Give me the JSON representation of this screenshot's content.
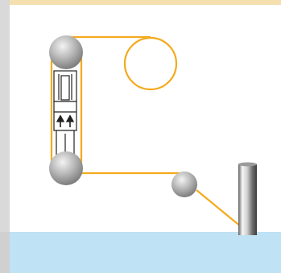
{
  "diagram": {
    "colors": {
      "background": "#ffffff",
      "top_band": "#f6dfae",
      "side_band": "#d9d9d9",
      "water": "#bfe2f4",
      "belt": "#f4aa1c",
      "roller_light": "#f2f2f2",
      "roller_dark": "#808080",
      "device_stroke": "#222222"
    },
    "icons": {
      "large_roller": "sphere",
      "small_roller": "sphere",
      "tension_wheel": "open-circle",
      "cylinder_unit": "double-up-arrow-actuator",
      "post": "steel-cylinder-post"
    }
  }
}
